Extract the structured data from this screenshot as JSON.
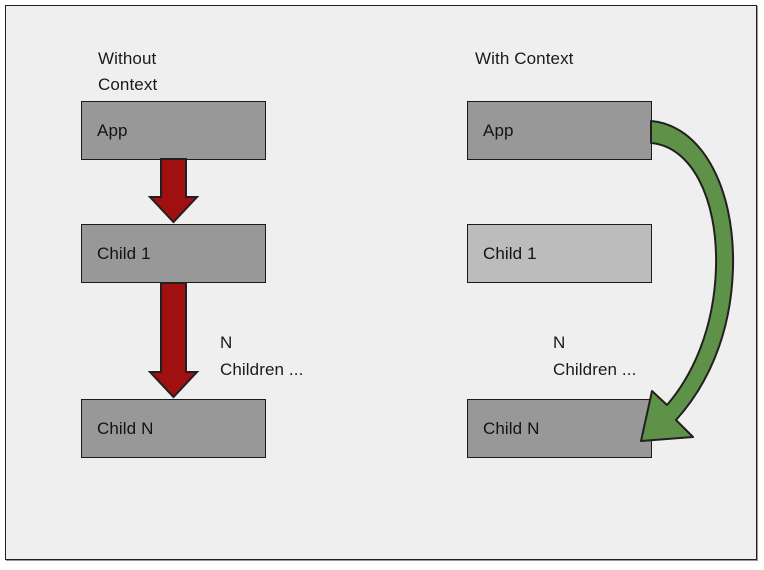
{
  "diagram": {
    "title_left": "Without\nContext",
    "title_right": "With Context",
    "note_left": "N\nChildren ...",
    "note_right": "N\nChildren ...",
    "colors": {
      "background": "#efefef",
      "frame_border": "#231f20",
      "node_fill": "#989898",
      "node_fill_muted": "#bcbcbc",
      "node_border": "#1b1b1b",
      "arrow_red": "#a11010",
      "arrow_red_outline": "#231f20",
      "arrow_green": "#5e9249",
      "arrow_green_outline": "#231f20",
      "text": "#131313"
    },
    "left_column": {
      "heading": "Without\nContext",
      "nodes": [
        {
          "id": "app",
          "label": "App",
          "fill": "node_fill"
        },
        {
          "id": "child1",
          "label": "Child 1",
          "fill": "node_fill"
        },
        {
          "id": "childn",
          "label": "Child N",
          "fill": "node_fill"
        }
      ],
      "connectors": [
        {
          "id": "app-to-child1",
          "style": "straight-block-arrow",
          "color": "#a11010",
          "from": "app",
          "to": "child1",
          "direction": "down"
        },
        {
          "id": "child1-to-childn",
          "style": "straight-block-arrow",
          "color": "#a11010",
          "from": "child1",
          "to": "childn",
          "direction": "down"
        }
      ],
      "annotation": "N\nChildren ..."
    },
    "right_column": {
      "heading": "With Context",
      "nodes": [
        {
          "id": "app",
          "label": "App",
          "fill": "node_fill"
        },
        {
          "id": "child1",
          "label": "Child 1",
          "fill": "node_fill_muted"
        },
        {
          "id": "childn",
          "label": "Child N",
          "fill": "node_fill"
        }
      ],
      "connectors": [
        {
          "id": "app-to-childn",
          "style": "curved-ribbon-arrow",
          "color": "#5e9249",
          "from": "app",
          "to": "childn",
          "direction": "right-down-left"
        }
      ],
      "annotation": "N\nChildren ..."
    }
  }
}
